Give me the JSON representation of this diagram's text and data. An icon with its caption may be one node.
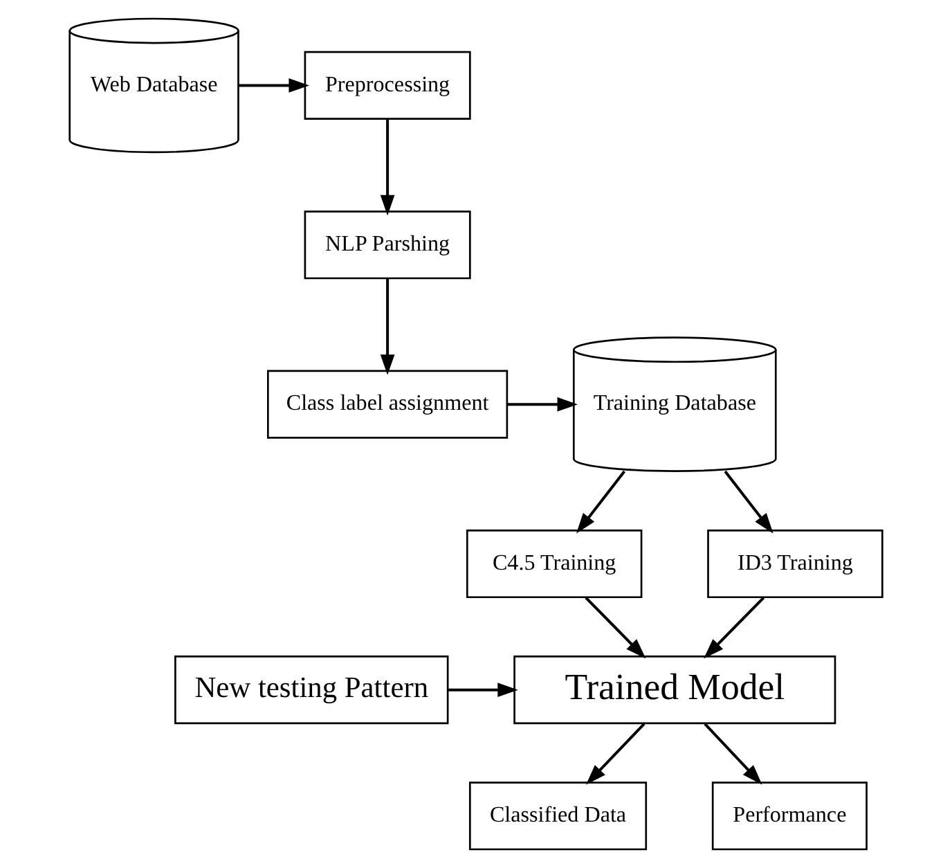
{
  "diagram": {
    "nodes": [
      {
        "text": [
          "Web Database"
        ]
      },
      {
        "text": [
          "Preprocessing"
        ]
      },
      {
        "text": [
          "NLP Parshing"
        ]
      },
      {
        "text": [
          "Class label assignment"
        ]
      },
      {
        "text": [
          "Training Database"
        ]
      },
      {
        "text": [
          "C4.5 Training"
        ]
      },
      {
        "text": [
          "ID3 Training"
        ]
      },
      {
        "text": [
          "Trained Model"
        ]
      },
      {
        "text": [
          "New testing Pattern"
        ]
      },
      {
        "text": [
          "Classified Data"
        ]
      },
      {
        "text": [
          "Performance"
        ]
      }
    ],
    "edges": [
      {
        "from": 0,
        "to": 1,
        "arrow": "to"
      },
      {
        "from": 1,
        "to": 2,
        "arrow": "to"
      },
      {
        "from": 2,
        "to": 3,
        "arrow": "to"
      },
      {
        "from": 3,
        "to": 4,
        "arrow": "to"
      },
      {
        "from": 4,
        "to": 5,
        "arrow": "to"
      },
      {
        "from": 4,
        "to": 6,
        "arrow": "to"
      },
      {
        "from": 5,
        "to": 7,
        "arrow": "to"
      },
      {
        "from": 6,
        "to": 7,
        "arrow": "to"
      },
      {
        "from": 8,
        "to": 7,
        "arrow": "to"
      },
      {
        "from": 7,
        "to": 9,
        "arrow": "to"
      },
      {
        "from": 7,
        "to": 10,
        "arrow": "to"
      }
    ]
  }
}
